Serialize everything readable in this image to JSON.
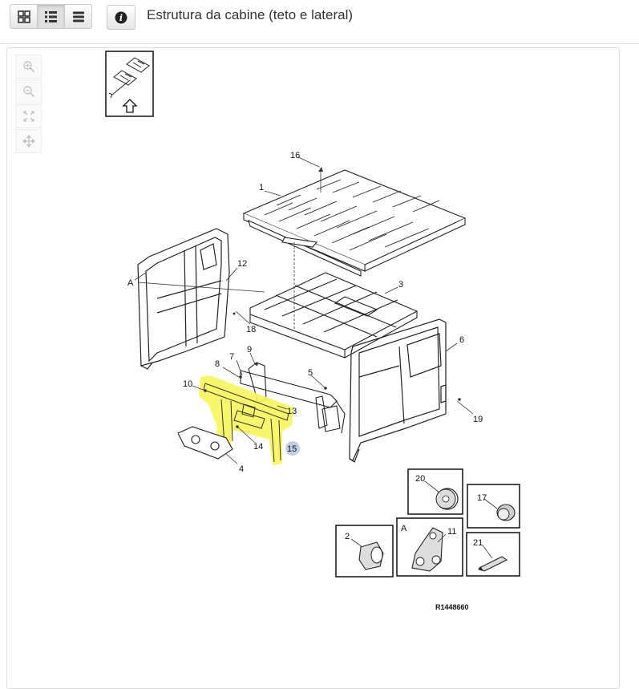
{
  "toolbar": {
    "views": [
      {
        "name": "grid-view",
        "icon": "grid-icon"
      },
      {
        "name": "list-view",
        "icon": "list-icon",
        "active": true
      },
      {
        "name": "detail-view",
        "icon": "lines-icon"
      }
    ],
    "info_icon": "i"
  },
  "page": {
    "title": "Estrutura da cabine (teto e lateral)"
  },
  "zoom_tools": [
    "zoom-in-icon",
    "zoom-out-icon",
    "fit-screen-icon",
    "pan-icon"
  ],
  "diagram": {
    "callouts": {
      "c1": "1",
      "c2": "2",
      "c3": "3",
      "c4": "4",
      "c5": "5",
      "c6": "6",
      "c7": "7",
      "c8": "8",
      "c9": "9",
      "c10": "10",
      "c11": "11",
      "c12": "12",
      "c13": "13",
      "c14": "14",
      "c15": "15",
      "c16": "16",
      "c17": "17",
      "c18": "18",
      "c19": "19",
      "c20": "20",
      "c21": "21",
      "cA": "A",
      "cA2": "A"
    },
    "selected_part": "15",
    "highlight_color": "#f7f55a",
    "reference_code": "R1448660"
  }
}
